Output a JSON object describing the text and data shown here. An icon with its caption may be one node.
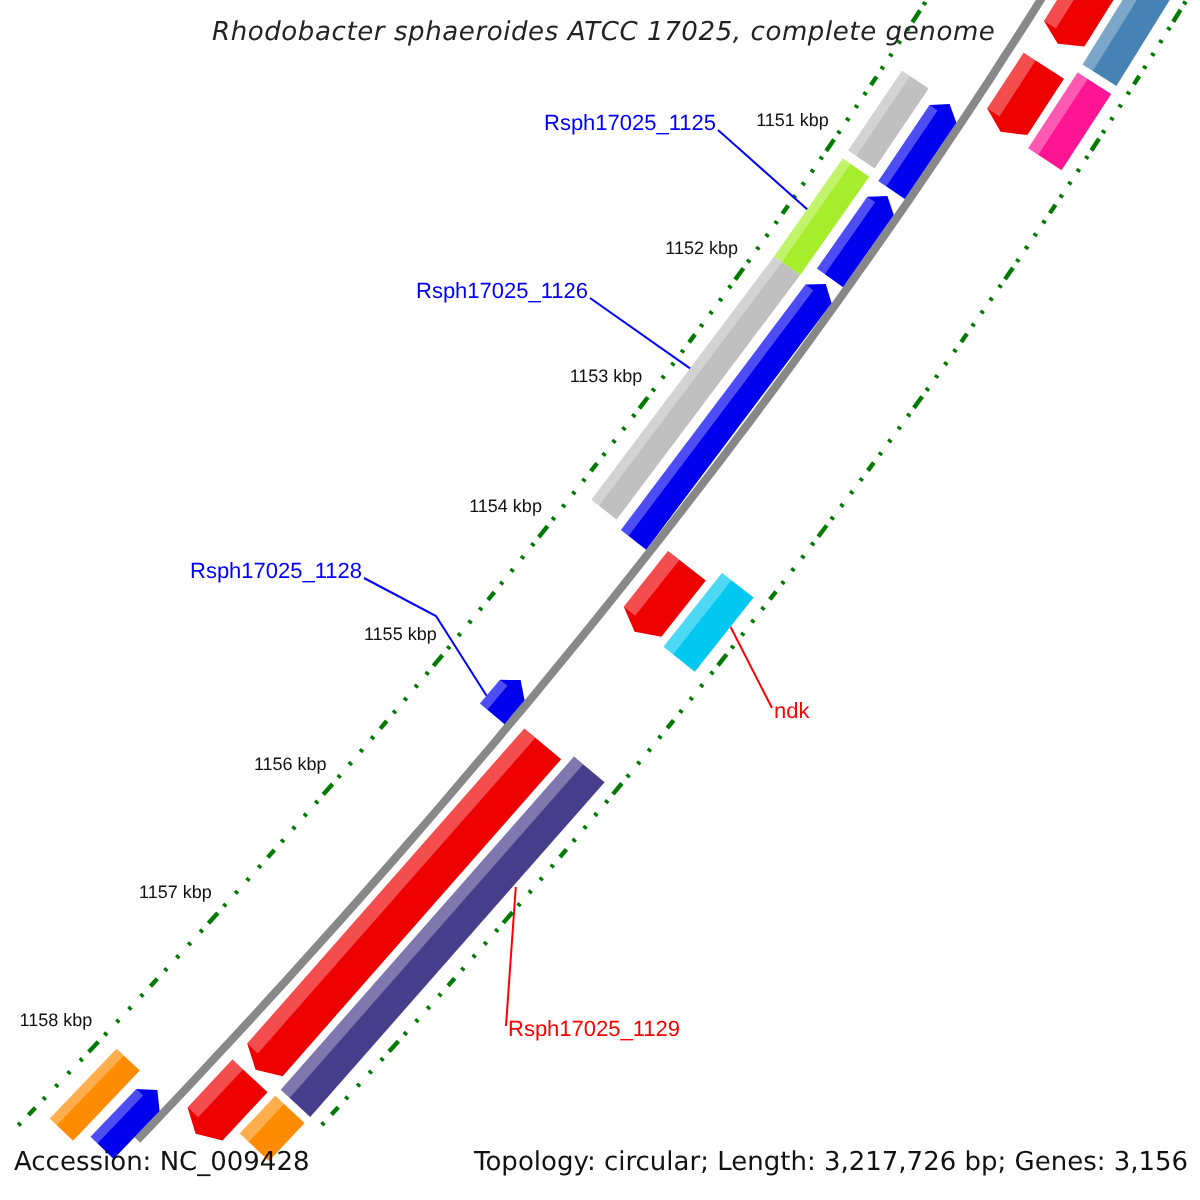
{
  "diagram": {
    "title": "Rhodobacter sphaeroides ATCC 17025, complete genome",
    "nodes": [
      {
        "text": [
          "Rsph17025_1125"
        ]
      },
      {
        "text": [],
        "shape": "bar"
      },
      {
        "text": [
          "Rsph17025_1126"
        ]
      },
      {
        "text": [],
        "shape": "bar"
      },
      {
        "text": [
          "Rsph17025_1128"
        ]
      },
      {
        "text": [],
        "shape": "arrow"
      },
      {
        "text": [
          "ndk"
        ]
      },
      {
        "text": [],
        "shape": "bar"
      },
      {
        "text": [
          "Rsph17025_1129"
        ]
      },
      {
        "text": [],
        "shape": "bar"
      },
      {
        "text": [],
        "shape": "arrow"
      },
      {
        "text": [],
        "shape": "bar"
      },
      {
        "text": [],
        "shape": "arrow"
      },
      {
        "text": [],
        "shape": "bar"
      },
      {
        "text": [],
        "shape": "bar"
      },
      {
        "text": [],
        "shape": "arrow"
      },
      {
        "text": [],
        "shape": "arrow"
      },
      {
        "text": [],
        "shape": "arrow"
      },
      {
        "text": [],
        "shape": "arrow"
      },
      {
        "text": [],
        "shape": "arrow"
      },
      {
        "text": [],
        "shape": "arrow"
      },
      {
        "text": [],
        "shape": "bar"
      },
      {
        "text": [],
        "shape": "bar"
      },
      {
        "text": [],
        "shape": "arrow"
      }
    ],
    "edges": [
      {
        "from": 0,
        "to": 1,
        "arrow": "none"
      },
      {
        "from": 2,
        "to": 3,
        "arrow": "none"
      },
      {
        "from": 4,
        "to": 5,
        "arrow": "none"
      },
      {
        "from": 6,
        "to": 7,
        "arrow": "none",
        "color": "#ff0000"
      },
      {
        "from": 8,
        "to": 9,
        "arrow": "none",
        "color": "#ff0000"
      }
    ],
    "labels": [
      "1151 kbp",
      "1152 kbp",
      "1153 kbp",
      "1154 kbp",
      "1155 kbp",
      "1156 kbp",
      "1157 kbp",
      "1158 kbp",
      "Accession: NC_009428",
      "Topology: circular; Length: 3,217,726 bp; Genes: 3,156"
    ]
  }
}
